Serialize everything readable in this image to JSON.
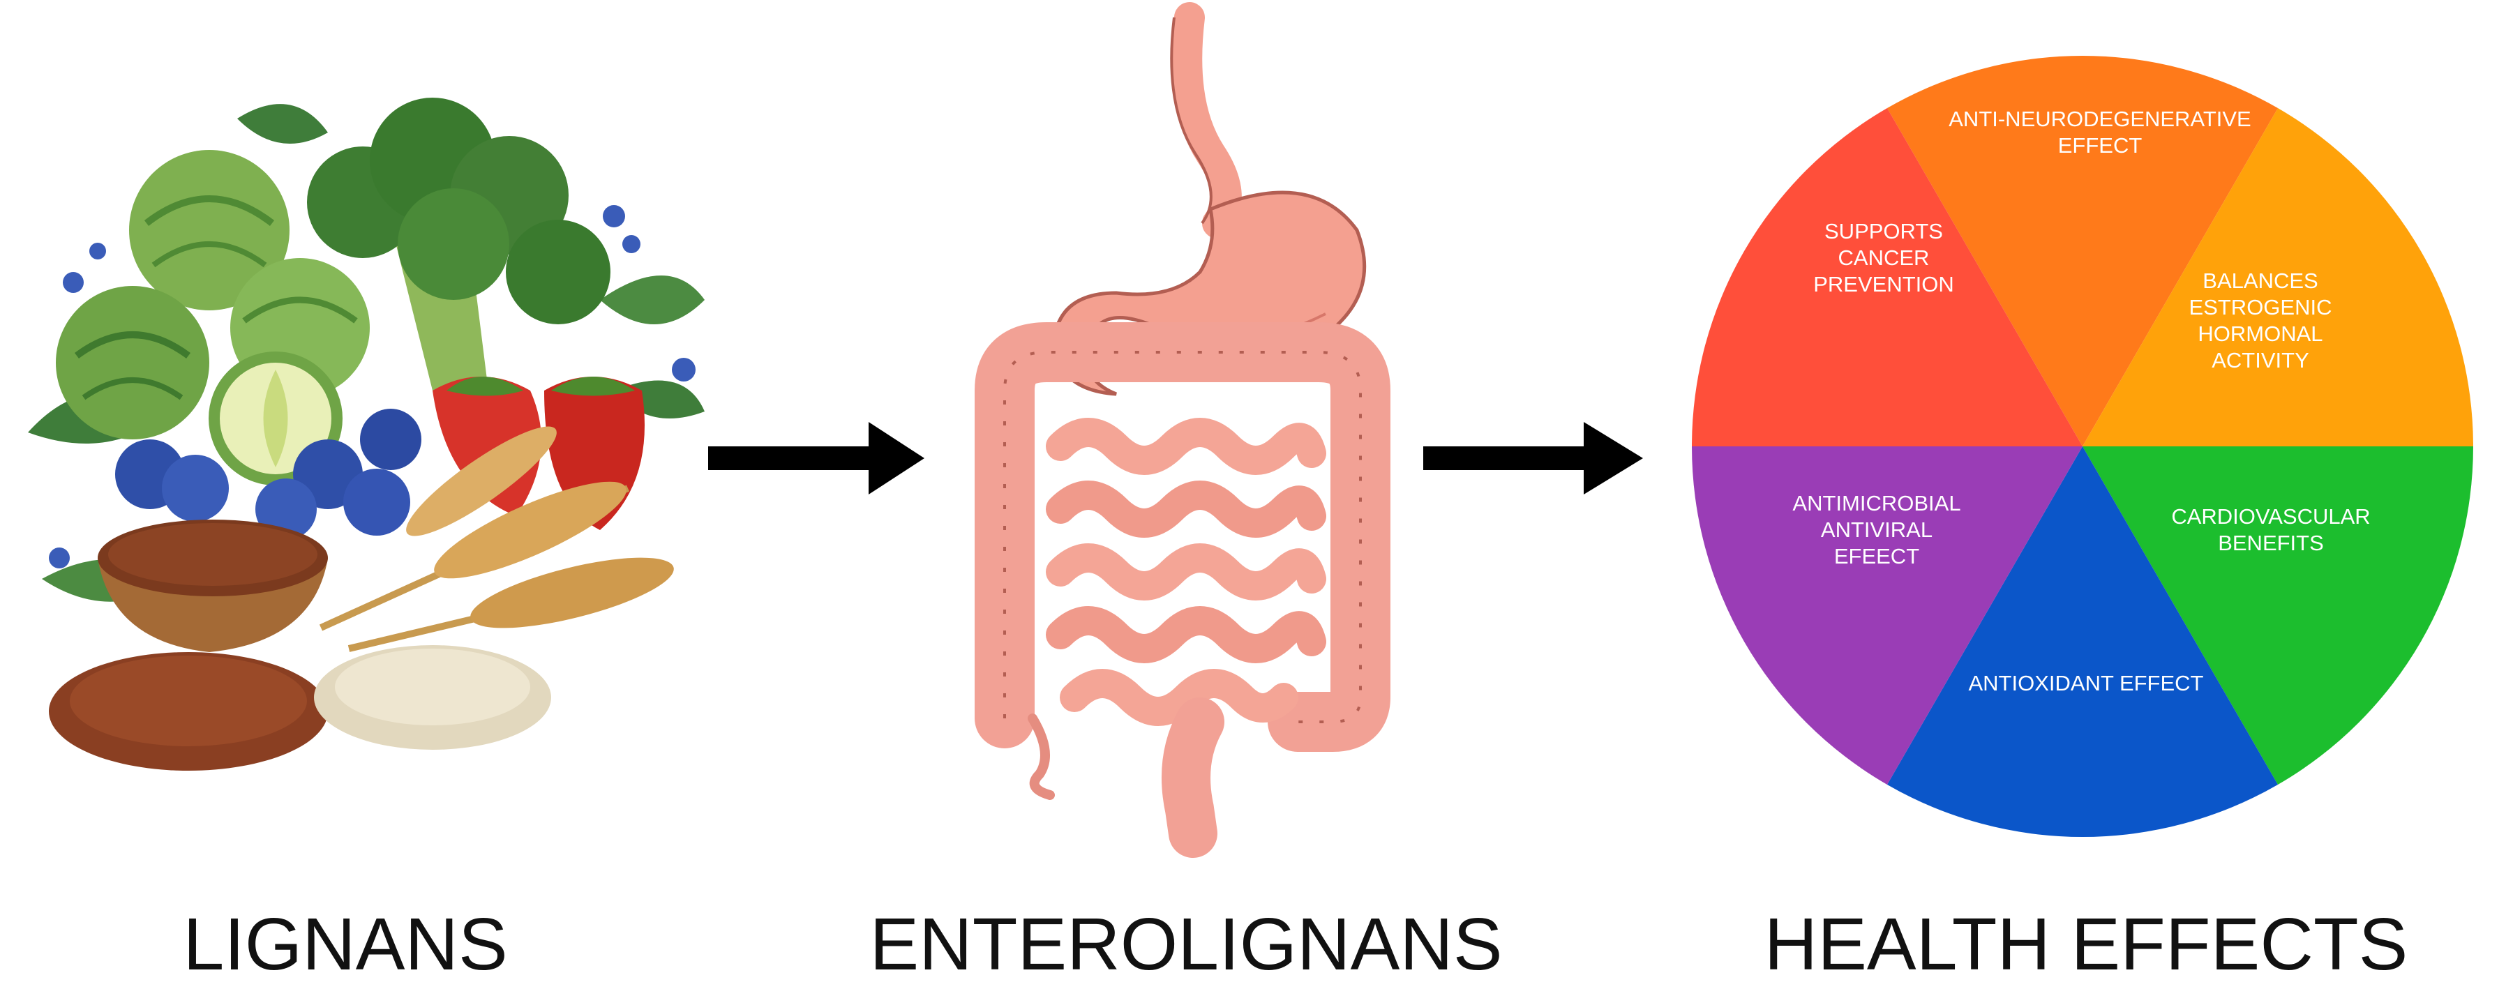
{
  "stages": [
    {
      "label": "LIGNANS"
    },
    {
      "label": "ENTEROLIGNANS"
    },
    {
      "label": "HEALTH EFFECTS"
    }
  ],
  "wheel": {
    "segments": [
      {
        "lines": [
          "ANTI-NEURODEGENERATIVE",
          "EFFECT"
        ],
        "color": "#FF7A1A"
      },
      {
        "lines": [
          "BALANCES",
          "ESTROGENIC",
          "HORMONAL",
          "ACTIVITY"
        ],
        "color": "#FFA20A"
      },
      {
        "lines": [
          "CARDIOVASCULAR",
          "BENEFITS"
        ],
        "color": "#1CBE2E"
      },
      {
        "lines": [
          "ANTIOXIDANT EFFECT"
        ],
        "color": "#0B56C9"
      },
      {
        "lines": [
          "ANTIMICROBIAL",
          "ANTIVIRAL",
          "EFEECT"
        ],
        "color": "#9A3DB6"
      },
      {
        "lines": [
          "SUPPORTS",
          "CANCER",
          "PREVENTION"
        ],
        "color": "#FF4F3A"
      }
    ]
  },
  "colors": {
    "arrow": "#000000",
    "intestine": "#F2A195",
    "intestine_outline": "#B35E52",
    "stomach": "#F4A090"
  }
}
